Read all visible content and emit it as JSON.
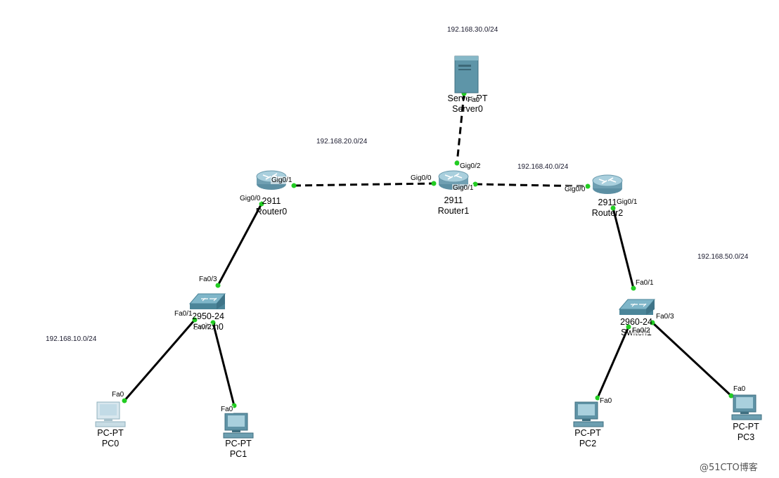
{
  "networks": {
    "n10": "192.168.10.0/24",
    "n20": "192.168.20.0/24",
    "n30": "192.168.30.0/24",
    "n40": "192.168.40.0/24",
    "n50": "192.168.50.0/24"
  },
  "devices": {
    "server0": {
      "model": "Server-PT",
      "name": "Server0"
    },
    "router0": {
      "model": "2911",
      "name": "Router0"
    },
    "router1": {
      "model": "2911",
      "name": "Router1"
    },
    "router2": {
      "model": "2911",
      "name": "Router2"
    },
    "switch0": {
      "model": "2950-24",
      "name": "Switch0"
    },
    "switch1": {
      "model": "2960-24",
      "name": "Switch1"
    },
    "pc0": {
      "model": "PC-PT",
      "name": "PC0"
    },
    "pc1": {
      "model": "PC-PT",
      "name": "PC1"
    },
    "pc2": {
      "model": "PC-PT",
      "name": "PC2"
    },
    "pc3": {
      "model": "PC-PT",
      "name": "PC3"
    }
  },
  "ports": {
    "server0_fa0": "Fa0",
    "r1_gig02": "Gig0/2",
    "r1_gig00": "Gig0/0",
    "r1_gig01": "Gig0/1",
    "r0_gig01": "Gig0/1",
    "r0_gig00": "Gig0/0",
    "r2_gig00": "Gig0/0",
    "r2_gig01": "Gig0/1",
    "sw0_fa03": "Fa0/3",
    "sw0_fa01": "Fa0/1",
    "sw0_fa02": "Fa0/2",
    "sw1_fa01": "Fa0/1",
    "sw1_fa02": "Fa0/2",
    "sw1_fa03": "Fa0/3",
    "pc0_fa0": "Fa0",
    "pc1_fa0": "Fa0",
    "pc2_fa0": "Fa0",
    "pc3_fa0": "Fa0"
  },
  "colors": {
    "link": "#000000",
    "link_up": "#22cc22",
    "router": "#7fb3c8",
    "switch": "#5a9ab0",
    "server": "#5e95a8",
    "pc": "#7fb5c8"
  },
  "watermark": "@51CTO博客"
}
